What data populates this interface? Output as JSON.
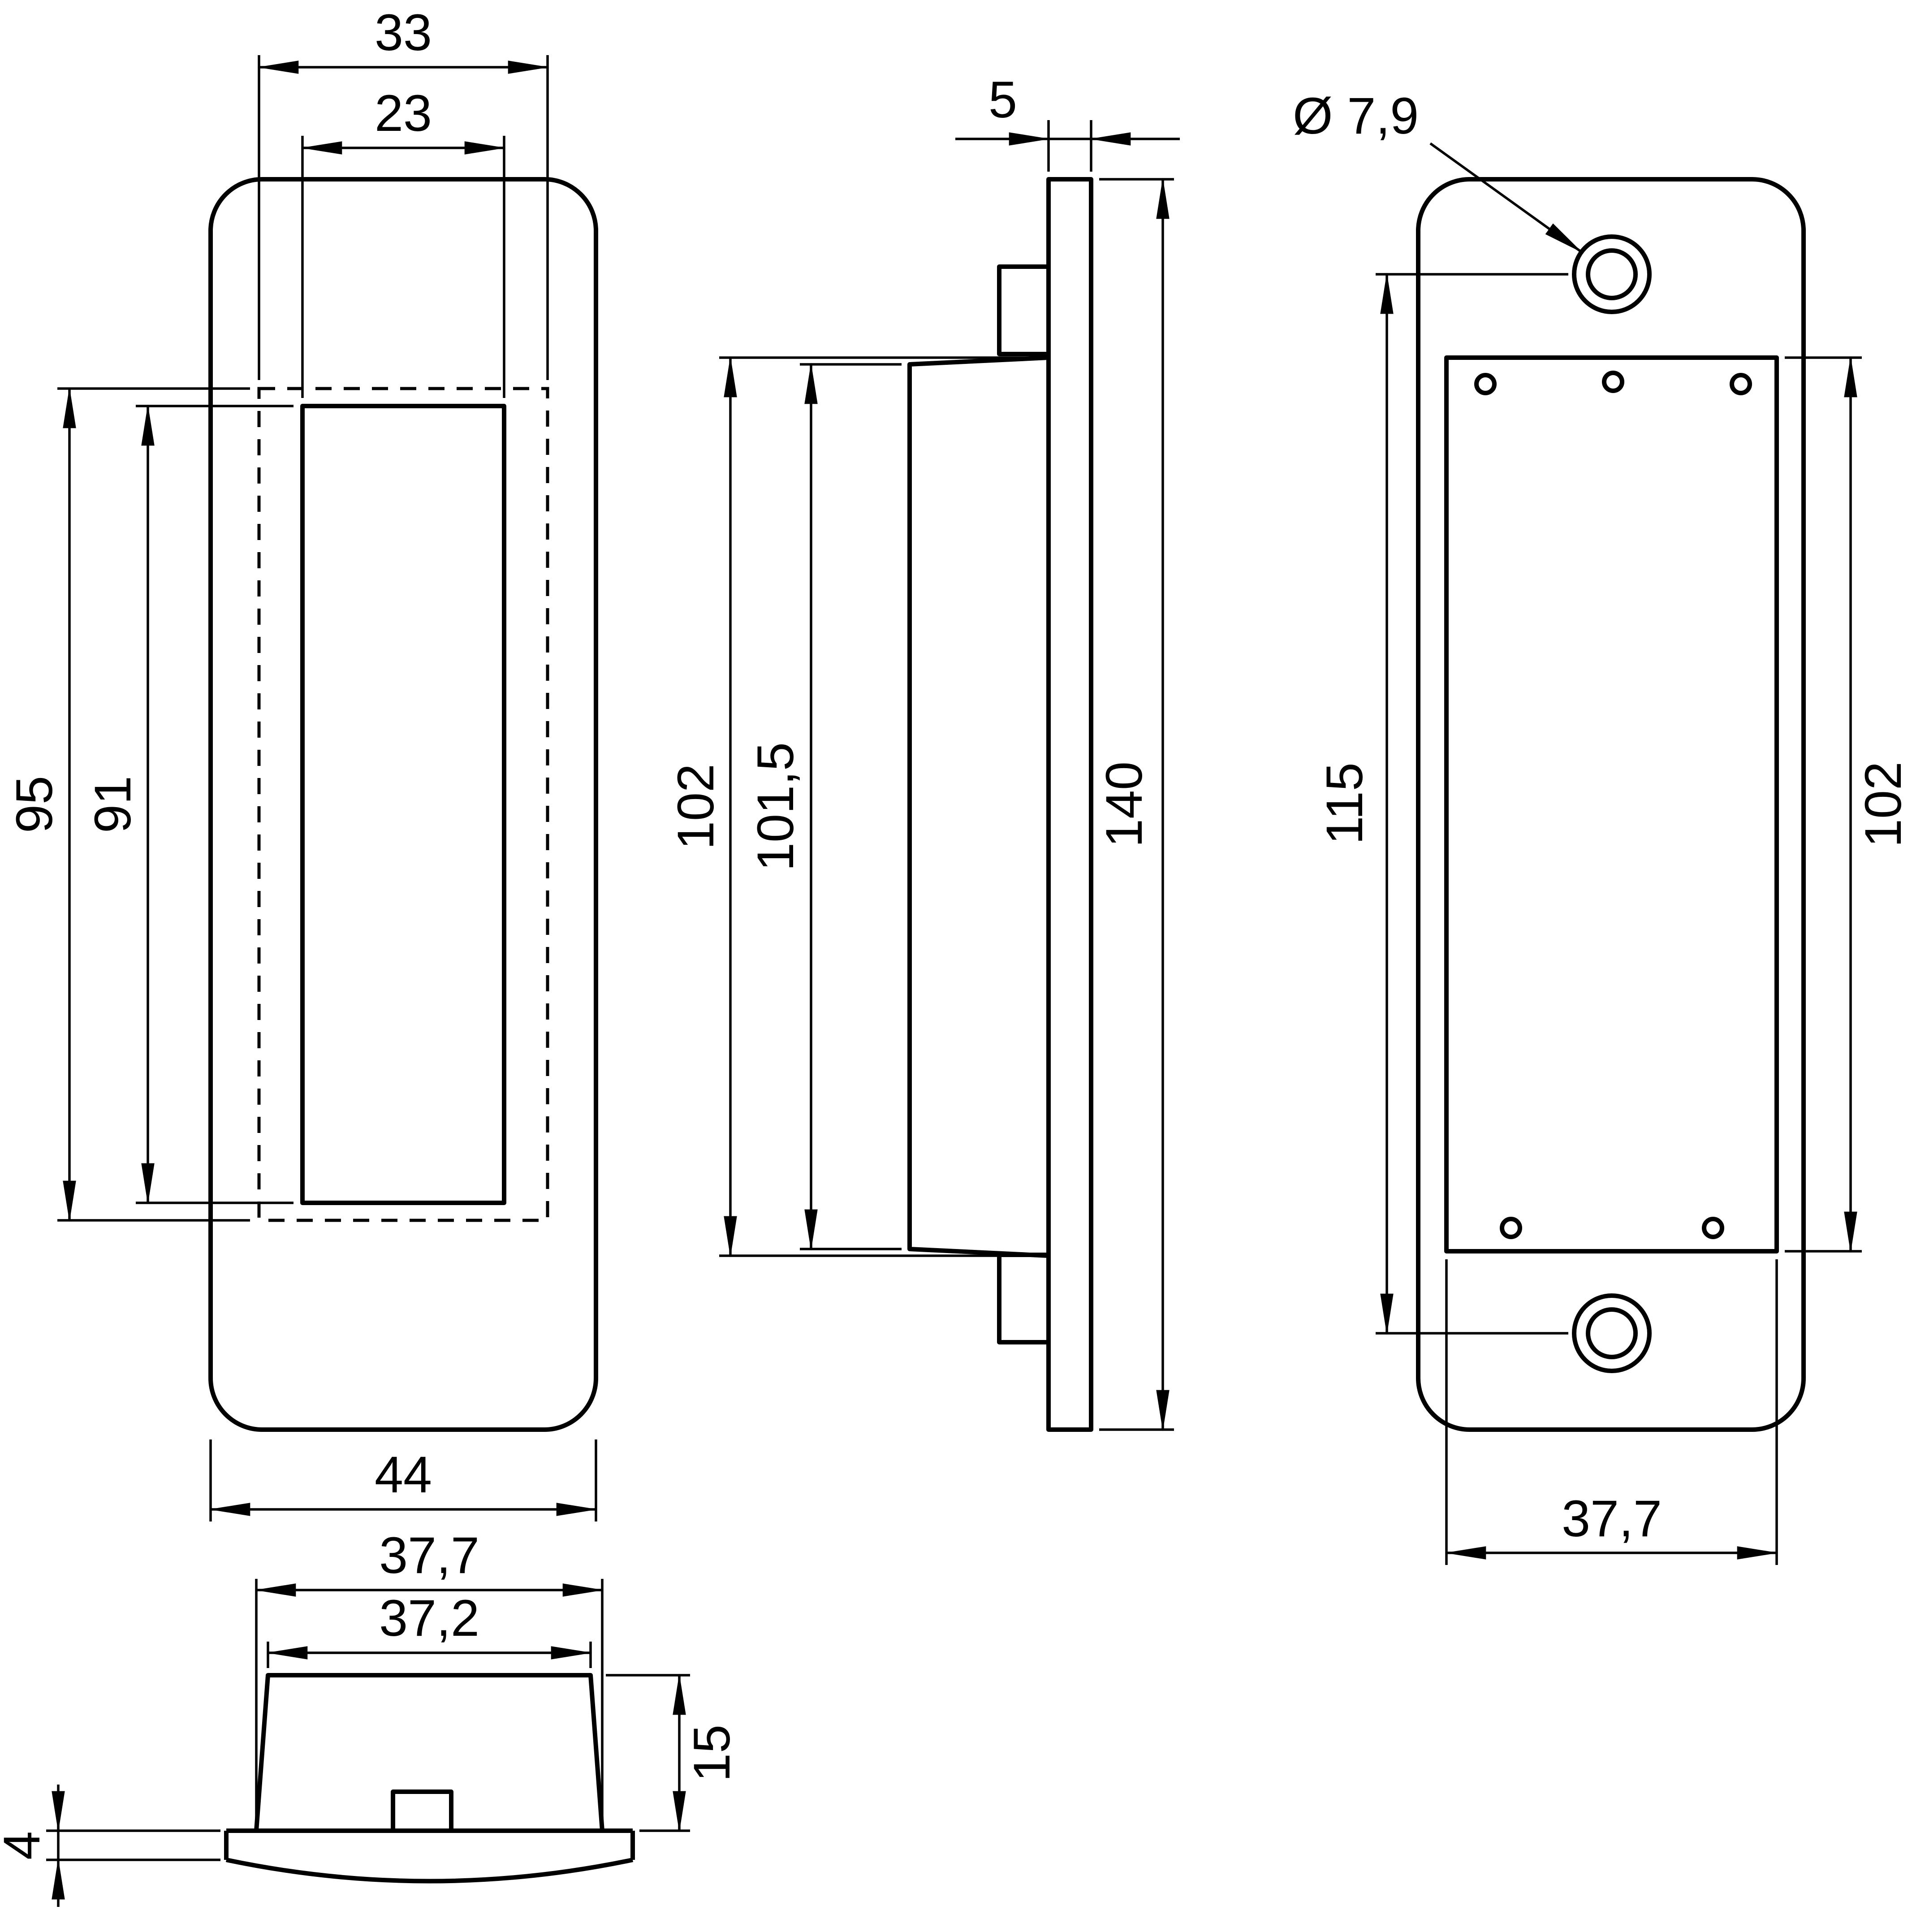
{
  "drawing": {
    "background": "#ffffff",
    "line_color": "#000000",
    "front": {
      "recess_width": "33",
      "opening_width": "23",
      "recess_height": "95",
      "opening_height": "91",
      "total_width": "44"
    },
    "side": {
      "plate_thickness": "5",
      "body_height": "102",
      "body_height_inner": "101,5",
      "total_height": "140"
    },
    "back": {
      "hole_diameter": "Ø 7,9",
      "hole_spacing": "115",
      "opening_height": "102",
      "opening_width": "37,7"
    },
    "top": {
      "body_width_outer": "37,7",
      "body_width_inner": "37,2",
      "body_depth": "15",
      "flange_thickness": "4"
    }
  }
}
